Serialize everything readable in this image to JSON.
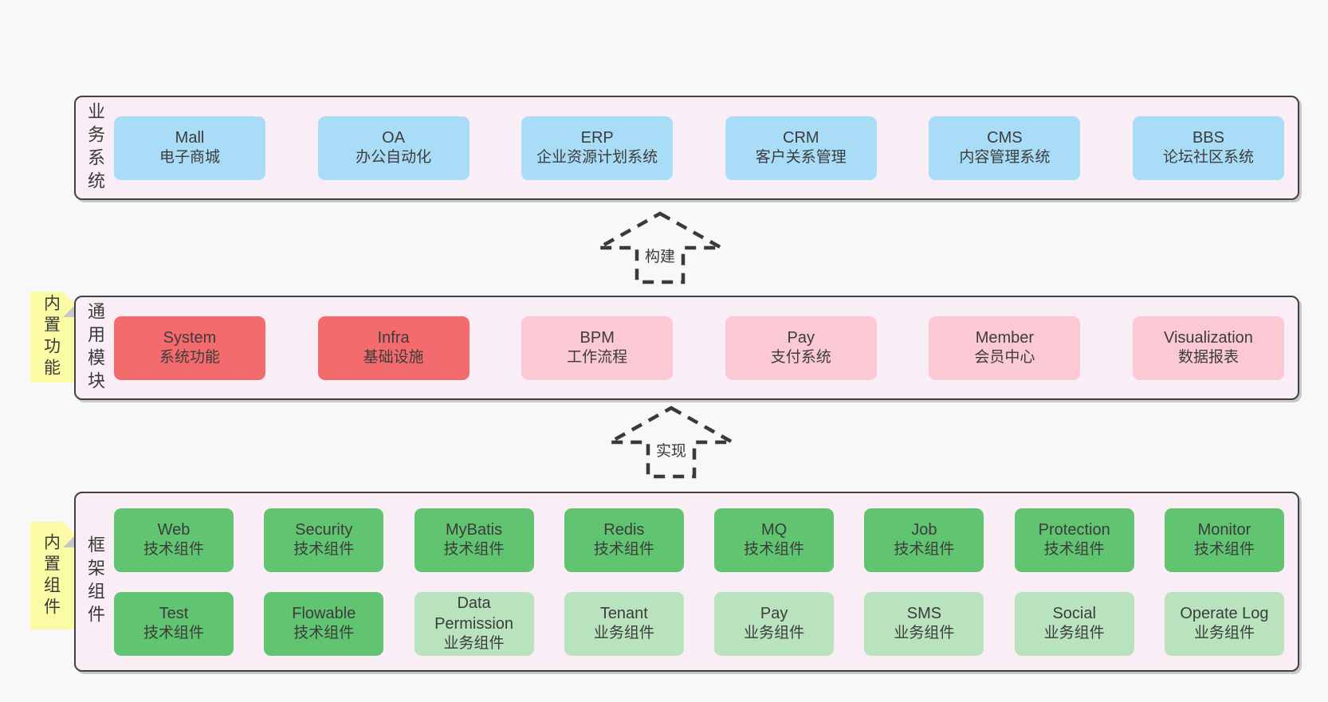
{
  "palette": {
    "page_bg": "#f8f8f8",
    "band_bg": "#f9edf6",
    "band_border": "#414141",
    "blue": "#a9dcf6",
    "red": "#f46b6e",
    "pink": "#fbc9d3",
    "green": "#60c471",
    "green_light": "#b9e3bd",
    "sticky_yellow": "#fbfaa5",
    "text": "#3c3c3c"
  },
  "arrows": [
    {
      "label": "构建"
    },
    {
      "label": "实现"
    }
  ],
  "bands": [
    {
      "label": "业务系统",
      "sticky": null,
      "rows": [
        [
          {
            "en": "Mall",
            "zh": "电子商城",
            "variant": "blue"
          },
          {
            "en": "OA",
            "zh": "办公自动化",
            "variant": "blue"
          },
          {
            "en": "ERP",
            "zh": "企业资源计划系统",
            "variant": "blue"
          },
          {
            "en": "CRM",
            "zh": "客户关系管理",
            "variant": "blue"
          },
          {
            "en": "CMS",
            "zh": "内容管理系统",
            "variant": "blue"
          },
          {
            "en": "BBS",
            "zh": "论坛社区系统",
            "variant": "blue"
          }
        ]
      ]
    },
    {
      "label": "通用模块",
      "sticky": "内置功能",
      "rows": [
        [
          {
            "en": "System",
            "zh": "系统功能",
            "variant": "red"
          },
          {
            "en": "Infra",
            "zh": "基础设施",
            "variant": "red"
          },
          {
            "en": "BPM",
            "zh": "工作流程",
            "variant": "pink"
          },
          {
            "en": "Pay",
            "zh": "支付系统",
            "variant": "pink"
          },
          {
            "en": "Member",
            "zh": "会员中心",
            "variant": "pink"
          },
          {
            "en": "Visualization",
            "zh": "数据报表",
            "variant": "pink"
          }
        ]
      ]
    },
    {
      "label": "框架组件",
      "sticky": "内置组件",
      "rows": [
        [
          {
            "en": "Web",
            "zh": "技术组件",
            "variant": "green"
          },
          {
            "en": "Security",
            "zh": "技术组件",
            "variant": "green"
          },
          {
            "en": "MyBatis",
            "zh": "技术组件",
            "variant": "green"
          },
          {
            "en": "Redis",
            "zh": "技术组件",
            "variant": "green"
          },
          {
            "en": "MQ",
            "zh": "技术组件",
            "variant": "green"
          },
          {
            "en": "Job",
            "zh": "技术组件",
            "variant": "green"
          },
          {
            "en": "Protection",
            "zh": "技术组件",
            "variant": "green"
          },
          {
            "en": "Monitor",
            "zh": "技术组件",
            "variant": "green"
          }
        ],
        [
          {
            "en": "Test",
            "zh": "技术组件",
            "variant": "green"
          },
          {
            "en": "Flowable",
            "zh": "技术组件",
            "variant": "green"
          },
          {
            "en": "Data Permission",
            "zh": "业务组件",
            "variant": "green-light"
          },
          {
            "en": "Tenant",
            "zh": "业务组件",
            "variant": "green-light"
          },
          {
            "en": "Pay",
            "zh": "业务组件",
            "variant": "green-light"
          },
          {
            "en": "SMS",
            "zh": "业务组件",
            "variant": "green-light"
          },
          {
            "en": "Social",
            "zh": "业务组件",
            "variant": "green-light"
          },
          {
            "en": "Operate Log",
            "zh": "业务组件",
            "variant": "green-light"
          }
        ]
      ]
    }
  ]
}
